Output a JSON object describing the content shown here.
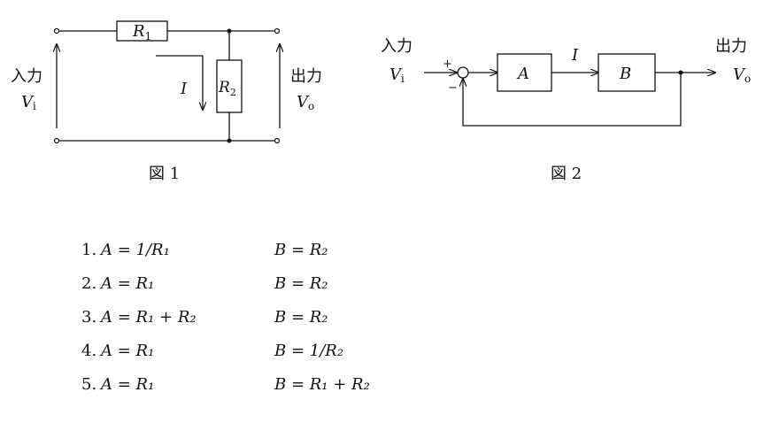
{
  "figure1": {
    "caption": "図 1",
    "r1_label": "R",
    "r1_sub": "1",
    "r2_label": "R",
    "r2_sub": "2",
    "current_label": "I",
    "input_label": "入力",
    "input_var": "V",
    "input_sub": "i",
    "output_label": "出力",
    "output_var": "V",
    "output_sub": "o"
  },
  "figure2": {
    "caption": "図 2",
    "input_label": "入力",
    "input_var": "V",
    "input_sub": "i",
    "output_label": "出力",
    "output_var": "V",
    "output_sub": "o",
    "block_a": "A",
    "block_b": "B",
    "current_label": "I",
    "plus_sign": "+",
    "minus_sign": "−"
  },
  "choices": [
    {
      "number": "1.",
      "a": "A = 1/R₁",
      "b": "B = R₂"
    },
    {
      "number": "2.",
      "a": "A = R₁",
      "b": "B = R₂"
    },
    {
      "number": "3.",
      "a": "A = R₁ + R₂",
      "b": "B = R₂"
    },
    {
      "number": "4.",
      "a": "A = R₁",
      "b": "B = 1/R₂"
    },
    {
      "number": "5.",
      "a": "A = R₁",
      "b": "B = R₁ + R₂"
    }
  ]
}
